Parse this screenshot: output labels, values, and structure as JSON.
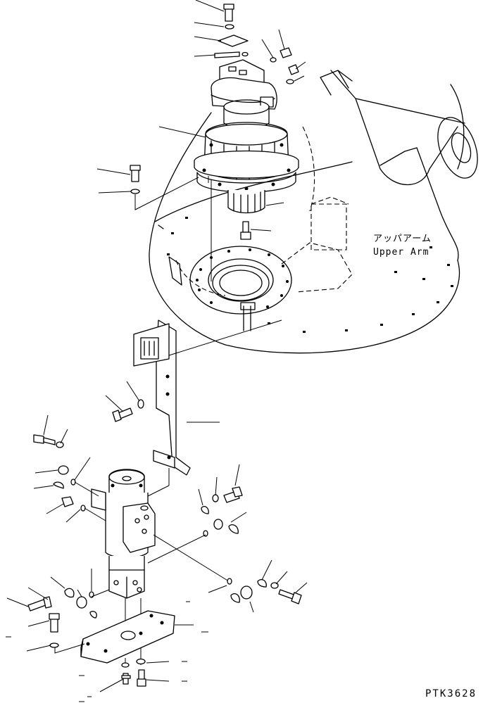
{
  "drawing": {
    "upper_arm_label_jp": "アッパアーム",
    "upper_arm_label_en": "Upper Arm",
    "drawing_code": "PTK3628"
  }
}
